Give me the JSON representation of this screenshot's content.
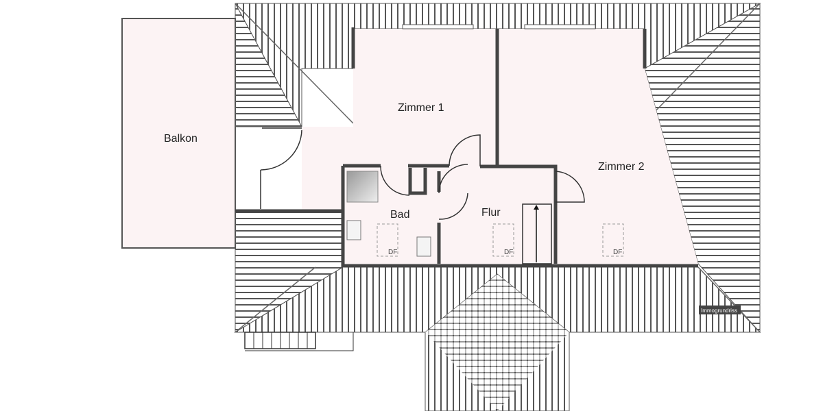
{
  "rooms": {
    "balkon": "Balkon",
    "zimmer1": "Zimmer 1",
    "zimmer2": "Zimmer 2",
    "bad": "Bad",
    "flur": "Flur"
  },
  "skylight_label": "DF",
  "watermark": "Immogrundriss",
  "colors": {
    "room_fill": "#fcf3f4",
    "wall": "#444444",
    "roof_hatch": "#555555"
  }
}
